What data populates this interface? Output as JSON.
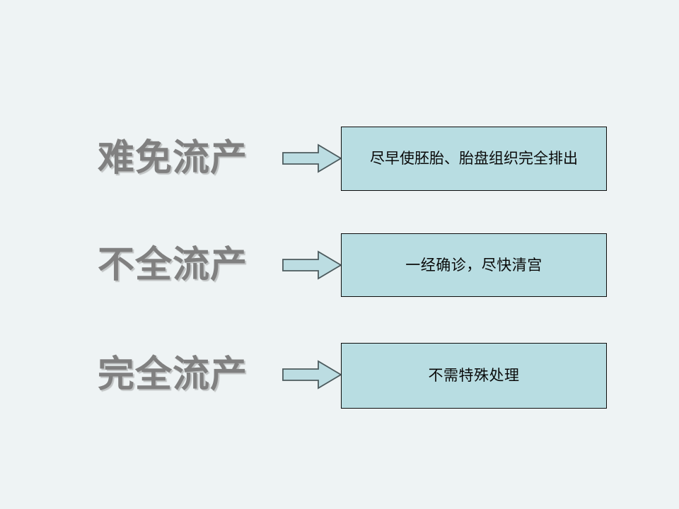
{
  "slide": {
    "background_color": "#eef3f4",
    "label_color": "#808080",
    "box_fill_color": "#b8dde2",
    "box_border_color": "#0d0d0d",
    "arrow_fill_color": "#bcdde2",
    "arrow_border_color": "#4d5b5e"
  },
  "rows": [
    {
      "category": "难免流产",
      "arrow": "right-arrow-icon",
      "treatment": "尽早使胚胎、胎盘组织完全排出"
    },
    {
      "category": "不全流产",
      "arrow": "right-arrow-icon",
      "treatment": "一经确诊，尽快清宫"
    },
    {
      "category": "完全流产",
      "arrow": "right-arrow-icon",
      "treatment": "不需特殊处理"
    }
  ]
}
